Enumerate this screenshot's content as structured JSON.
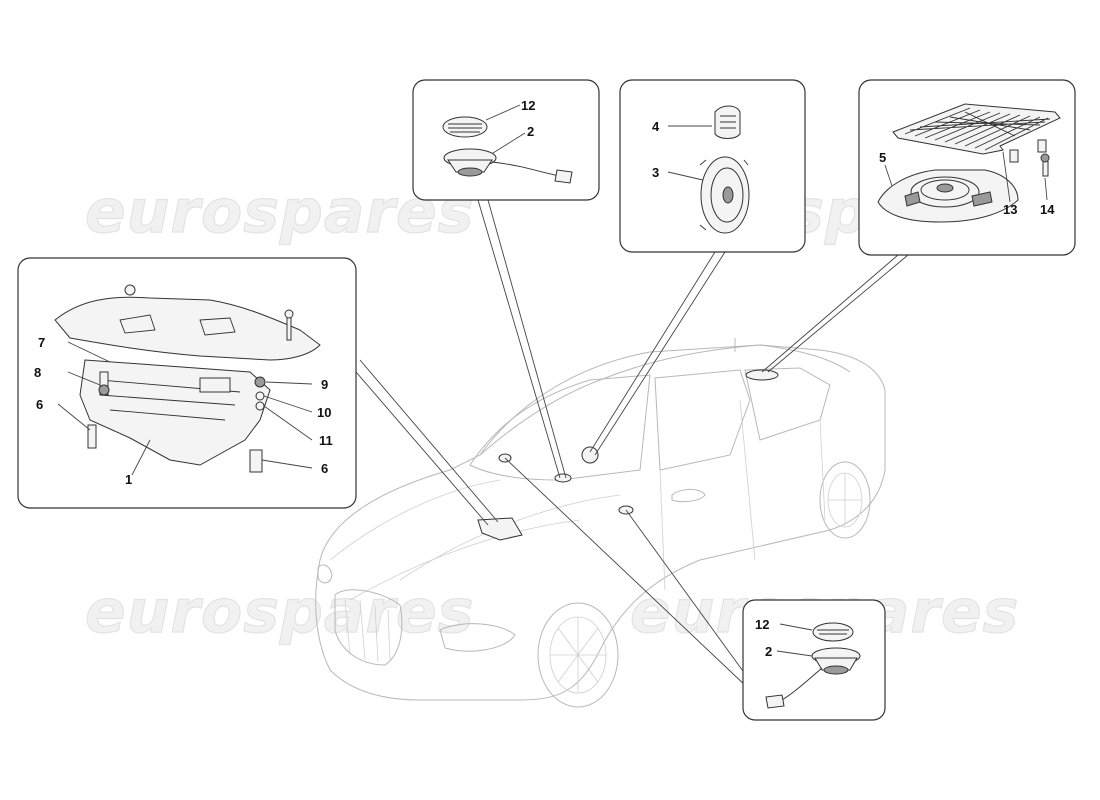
{
  "watermark": "eurospares",
  "callouts": {
    "amplifier": {
      "labels": [
        {
          "id": "7",
          "text": "7"
        },
        {
          "id": "8",
          "text": "8"
        },
        {
          "id": "6a",
          "text": "6"
        },
        {
          "id": "9",
          "text": "9"
        },
        {
          "id": "10",
          "text": "10"
        },
        {
          "id": "11",
          "text": "11"
        },
        {
          "id": "6b",
          "text": "6"
        },
        {
          "id": "1",
          "text": "1"
        }
      ]
    },
    "tweeter_dash": {
      "labels": [
        {
          "id": "12",
          "text": "12"
        },
        {
          "id": "2",
          "text": "2"
        }
      ]
    },
    "door_speaker": {
      "labels": [
        {
          "id": "4",
          "text": "4"
        },
        {
          "id": "3",
          "text": "3"
        }
      ]
    },
    "rear_shelf": {
      "labels": [
        {
          "id": "5",
          "text": "5"
        },
        {
          "id": "13",
          "text": "13"
        },
        {
          "id": "14",
          "text": "14"
        }
      ]
    },
    "tweeter_side": {
      "labels": [
        {
          "id": "12",
          "text": "12"
        },
        {
          "id": "2",
          "text": "2"
        }
      ]
    }
  }
}
